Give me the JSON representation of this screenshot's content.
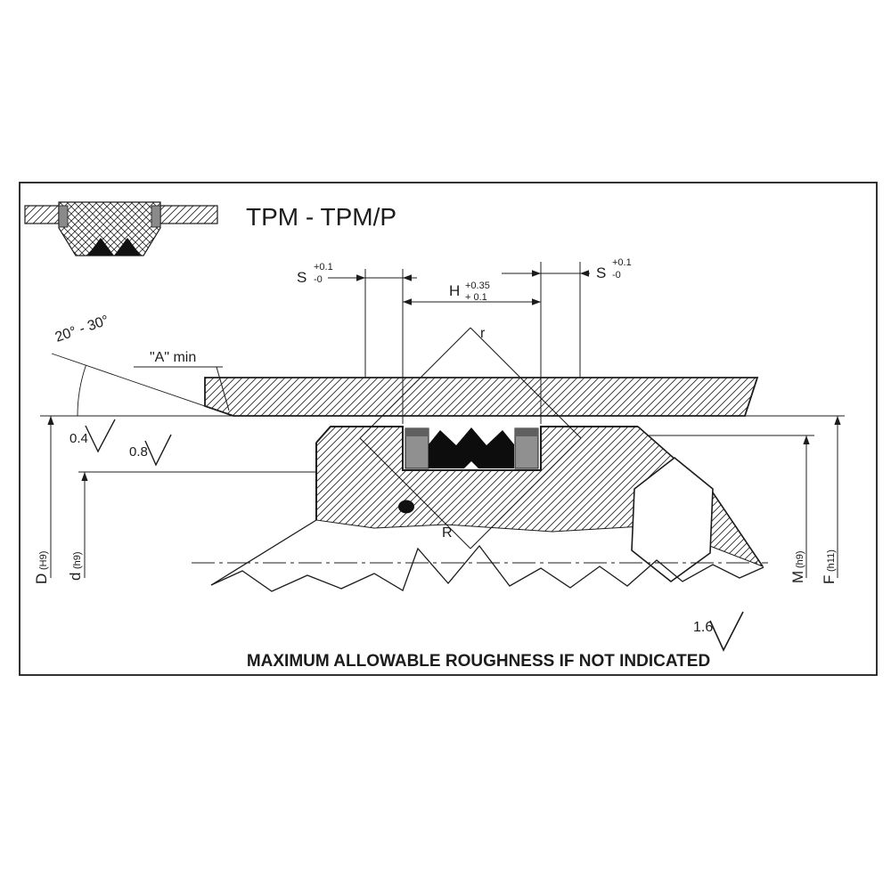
{
  "title": "TPM - TPM/P",
  "footer": "MAXIMUM ALLOWABLE ROUGHNESS IF NOT INDICATED",
  "labels": {
    "a_min": "\"A\" min",
    "angle_range": "20° - 30°",
    "radius_small": "r",
    "radius_large": "R"
  },
  "dimensions": {
    "s_left": {
      "letter": "S",
      "tol_top": "+0.1",
      "tol_bottom": "-0"
    },
    "s_right": {
      "letter": "S",
      "tol_top": "+0.1",
      "tol_bottom": "-0"
    },
    "h": {
      "letter": "H",
      "tol_top": "+0.35",
      "tol_bottom": "+ 0.1"
    },
    "bore_diameter": {
      "letter": "D",
      "suffix": "(H9)"
    },
    "groove_diameter": {
      "letter": "d",
      "suffix": "(h9)"
    },
    "m_diameter": {
      "letter": "M",
      "suffix": "(h9)"
    },
    "f_diameter": {
      "letter": "F",
      "suffix": "(h11)"
    }
  },
  "roughness": {
    "bore": "0.4",
    "groove": "0.8",
    "general": "1.6"
  },
  "colors": {
    "line": "#1c1c1c",
    "title_text": "#3a3a3a",
    "seal_black": "#0d0d0d",
    "backup_gray": "#909090",
    "backup_dark_gray": "#5f5f5f",
    "background": "#ffffff"
  }
}
